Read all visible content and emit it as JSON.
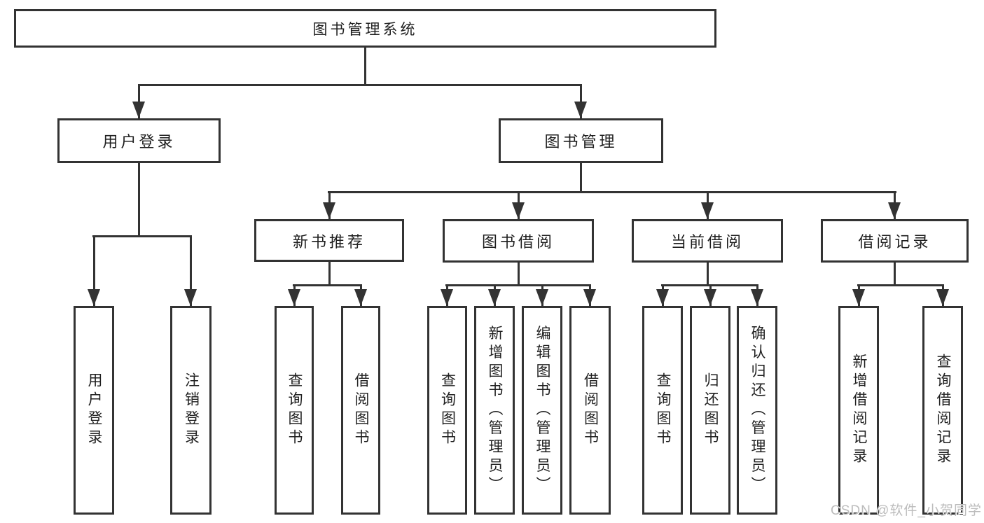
{
  "tree": {
    "label": "图书管理系统",
    "children": [
      {
        "label": "用户登录",
        "children": [
          {
            "label": "用户登录"
          },
          {
            "label": "注销登录"
          }
        ]
      },
      {
        "label": "图书管理",
        "children": [
          {
            "label": "新书推荐",
            "children": [
              {
                "label": "查询图书"
              },
              {
                "label": "借阅图书"
              }
            ]
          },
          {
            "label": "图书借阅",
            "children": [
              {
                "label": "查询图书"
              },
              {
                "label": "新增图书（管理员）"
              },
              {
                "label": "编辑图书（管理员）"
              },
              {
                "label": "借阅图书"
              }
            ]
          },
          {
            "label": "当前借阅",
            "children": [
              {
                "label": "查询图书"
              },
              {
                "label": "归还图书"
              },
              {
                "label": "确认归还（管理员）"
              }
            ]
          },
          {
            "label": "借阅记录",
            "children": [
              {
                "label": "新增借阅记录"
              },
              {
                "label": "查询借阅记录"
              }
            ]
          }
        ]
      }
    ]
  },
  "watermark": {
    "text": "CSDN @软件_小贺同学"
  },
  "colors": {
    "line": "#333333",
    "text": "#1f1f1f",
    "background": "#ffffff",
    "watermark": "#bcbcbc"
  }
}
